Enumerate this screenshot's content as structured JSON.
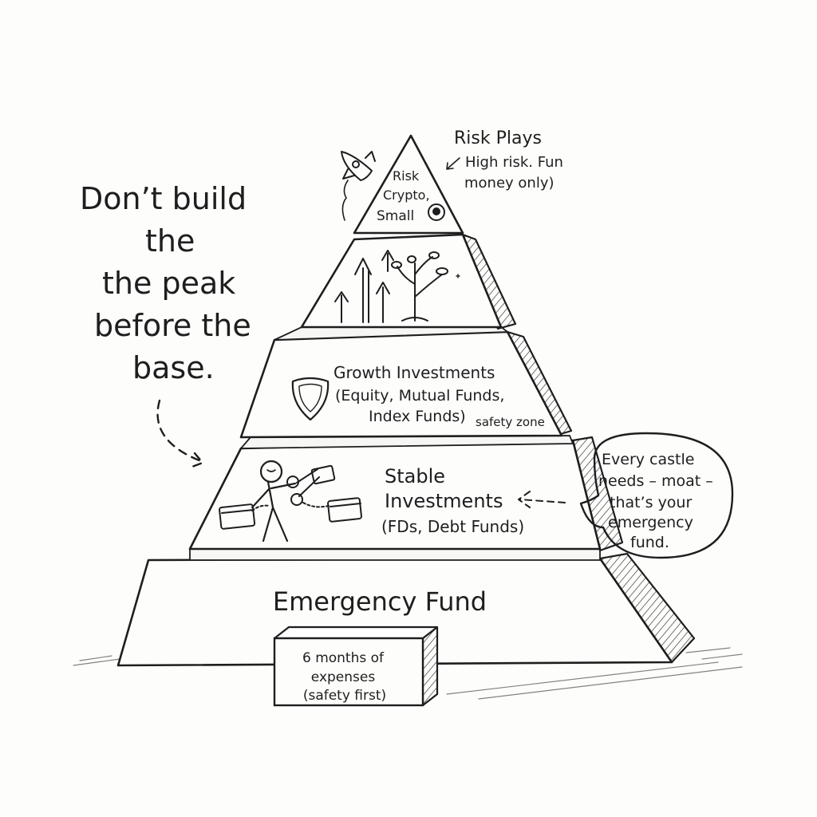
{
  "slogan": {
    "line1": "Don’t build",
    "line2": "the",
    "line3": "the peak",
    "line4": "before the",
    "line5": "base."
  },
  "tiers": {
    "peak": {
      "label_line1": "Risk",
      "label_line2": "Crypto,",
      "label_line3": "Small",
      "annotation_title": "Risk Plays",
      "annotation_line1": "High risk. Fun",
      "annotation_line2": "money only)"
    },
    "growth_visual": {},
    "growth": {
      "title": "Growth Investments",
      "line2": "(Equity, Mutual Funds,",
      "line3": "Index Funds)",
      "side_note": "safety zone"
    },
    "stable": {
      "title_line1": "Stable",
      "title_line2": "Investments",
      "line3": "(FDs, Debt Funds)"
    },
    "emergency": {
      "title": "Emergency Fund"
    }
  },
  "base_box": {
    "line1": "6 months of",
    "line2": "expenses",
    "line3": "(safety first)"
  },
  "bubble": {
    "line1": "Every castle",
    "line2": "needs – moat –",
    "line3": "that’s your",
    "line4": "emergency",
    "line5": "fund."
  },
  "icons": [
    "rocket-icon",
    "skull-icon",
    "growth-arrows-icon",
    "sapling-icon",
    "shield-icon",
    "stick-figure-icon",
    "scissors-icon",
    "credit-card-icon"
  ],
  "colors": {
    "ink": "#1e1e1e",
    "paper": "#fdfdfc"
  }
}
